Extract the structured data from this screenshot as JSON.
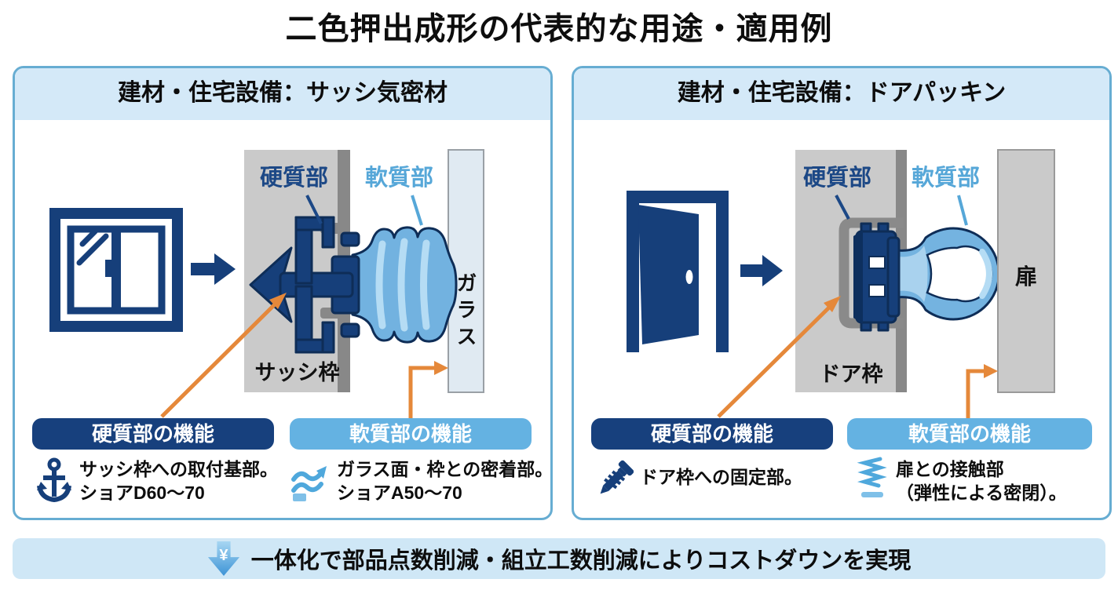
{
  "title": "二色押出成形の代表的な用途・適用例",
  "panels": [
    {
      "header": "建材・住宅設備：サッシ気密材",
      "scene_icon": "window-icon",
      "labels": {
        "hard": "硬質部",
        "soft": "軟質部",
        "frame": "サッシ枠",
        "contact": "ガラス"
      },
      "functions": {
        "hard": {
          "title": "硬質部の機能",
          "icon": "anchor-icon",
          "lines": [
            "サッシ枠への取付基部。",
            "ショアD60〜70"
          ]
        },
        "soft": {
          "title": "軟質部の機能",
          "icon": "wave-icon",
          "lines": [
            "ガラス面・枠との密着部。",
            "ショアA50〜70"
          ]
        }
      }
    },
    {
      "header": "建材・住宅設備：ドアパッキン",
      "scene_icon": "door-icon",
      "labels": {
        "hard": "硬質部",
        "soft": "軟質部",
        "frame": "ドア枠",
        "contact": "扉"
      },
      "functions": {
        "hard": {
          "title": "硬質部の機能",
          "icon": "screw-icon",
          "lines": [
            "ドア枠への固定部。"
          ]
        },
        "soft": {
          "title": "軟質部の機能",
          "icon": "spring-icon",
          "lines": [
            "扉との接触部",
            "（弾性による密閉）。"
          ]
        }
      }
    }
  ],
  "footer": {
    "icon": "yen-down-arrow-icon",
    "text": "一体化で部品点数削減・組立工数削減によりコストダウンを実現"
  },
  "colors": {
    "navy": "#163f7a",
    "navy_outline": "#0e2d57",
    "soft_blue": "#72b2e0",
    "soft_blue_light": "#b5dcf4",
    "soft_label_blue": "#56a7d8",
    "pill_soft": "#64b2e2",
    "panel_border": "#67add2",
    "header_bg": "#d4e9f8",
    "banner_bg": "#cfe7f6",
    "frame_gray": "#cacaca",
    "profile_gray": "#888888",
    "glass_blue": "#e0eaf2",
    "pointer_orange": "#e5883a"
  }
}
